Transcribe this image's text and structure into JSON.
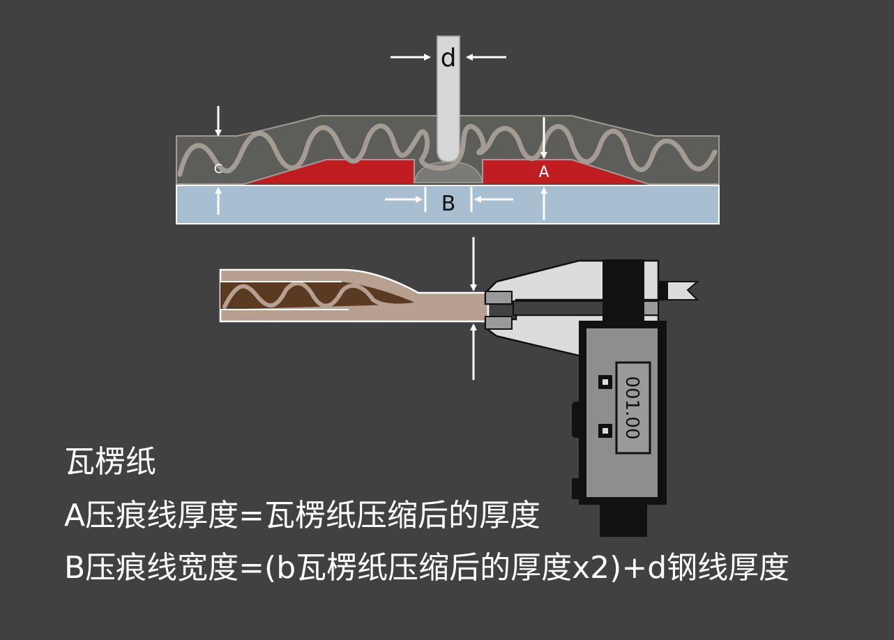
{
  "labels": {
    "d": "d",
    "a": "A",
    "b": "B",
    "c": "C",
    "caliper_reading": "001.00"
  },
  "captions": {
    "title": "瓦楞纸",
    "line_a": "A压痕线厚度=瓦楞纸压缩后的厚度",
    "line_b": "B压痕线宽度=(b瓦楞纸压缩后的厚度x2)+d钢线厚度"
  },
  "colors": {
    "background": "#414141",
    "board": "#5d5e5a",
    "flute": "#a39c94",
    "red_layer": "#c01d22",
    "base_plate": "#a8bfd1",
    "steel_rule": "#d7d7d7",
    "kraft": "#b8a090",
    "kraft_dark": "#5a3a23",
    "caliper_body": "#dcdcdc",
    "caliper_dark": "#111111"
  }
}
